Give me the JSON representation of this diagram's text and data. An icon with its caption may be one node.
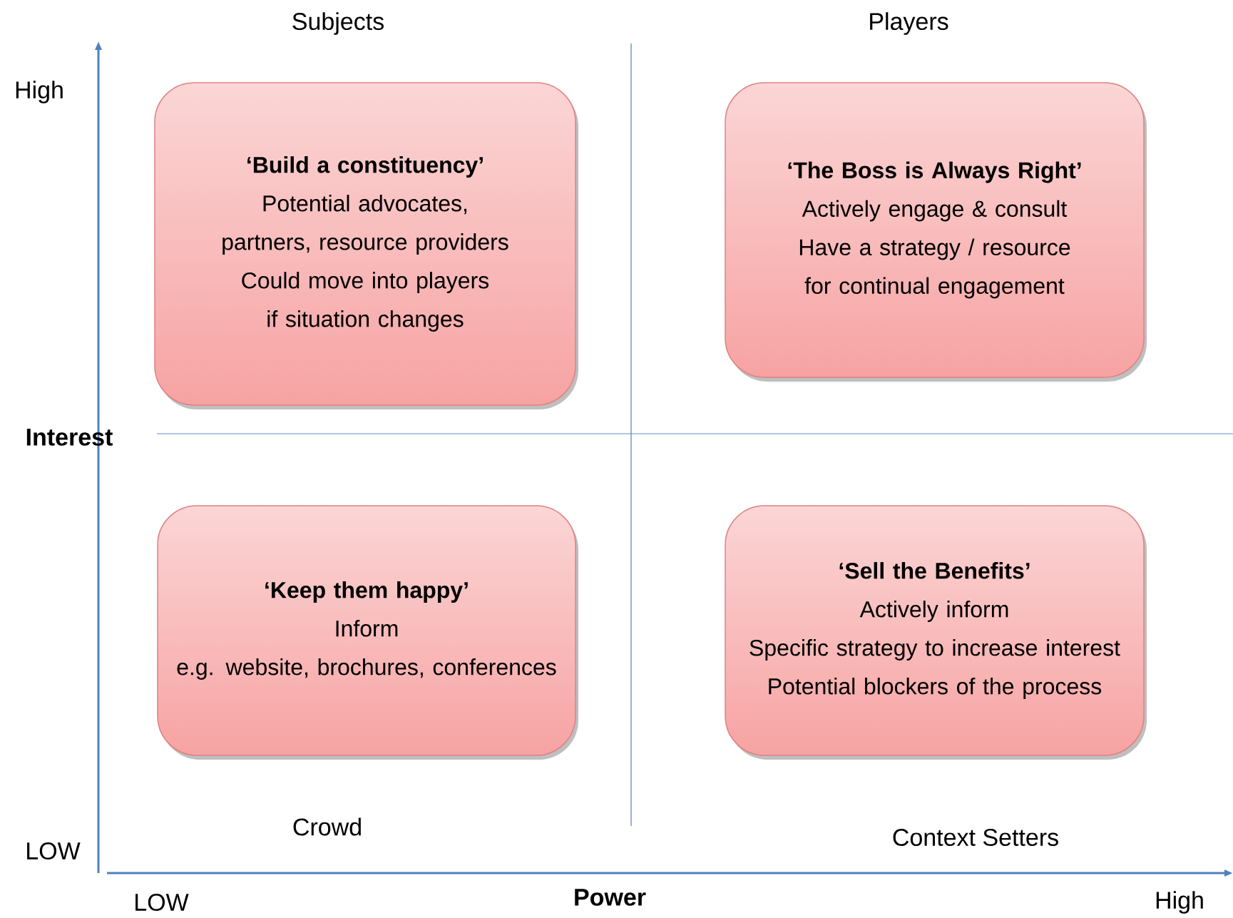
{
  "diagram": {
    "nodes": [
      {
        "text": [
          "‘Build a constituency’",
          "Potential advocates, partners, resource providers",
          "Could move into players if situation changes"
        ]
      },
      {
        "text": [
          "‘The Boss is Always Right’",
          "Actively engage & consult",
          "Have a strategy / resource for continual engagement"
        ]
      },
      {
        "text": [
          "‘Keep them happy’",
          "Inform",
          "e.g. website, brochures, conferences"
        ]
      },
      {
        "text": [
          "‘Sell the Benefits’",
          "Actively inform",
          "Specific strategy to increase interest",
          "Potential blockers of the process"
        ]
      }
    ],
    "labels": [
      "Subjects",
      "Players",
      "High",
      "Interest",
      "LOW",
      "Crowd",
      "Context Setters",
      "LOW",
      "Power",
      "High"
    ]
  }
}
